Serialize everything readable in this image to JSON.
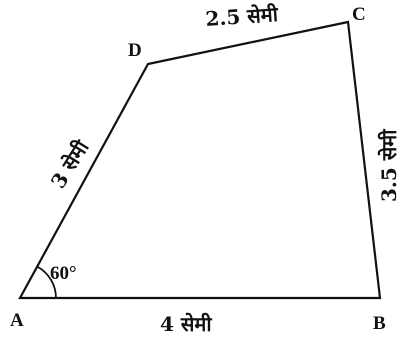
{
  "diagram": {
    "vertices": {
      "A": "A",
      "B": "B",
      "C": "C",
      "D": "D"
    },
    "sides": {
      "AB": "4 सेमी",
      "BC": "3.5 सेमी",
      "CD": "2.5 सेमी",
      "DA": "3 सेमी"
    },
    "angle_A": "60°",
    "colors": {
      "stroke": "#111111",
      "background": "#ffffff"
    }
  }
}
